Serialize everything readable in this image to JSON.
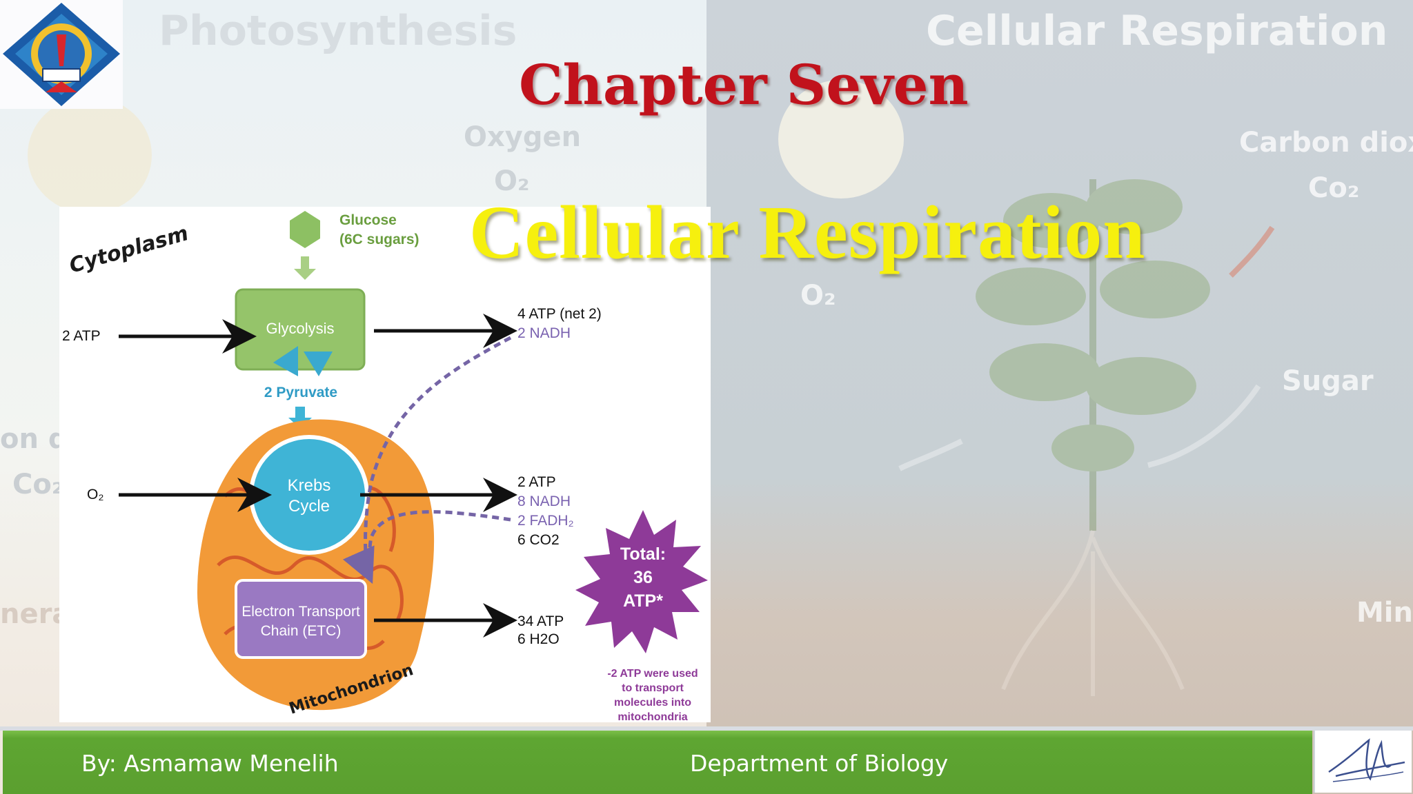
{
  "slide": {
    "chapter_title": "Chapter Seven",
    "main_title": "Cellular Respiration",
    "footer_author": "By: Asmamaw Menelih",
    "footer_department": "Department of Biology"
  },
  "background": {
    "left_heading": "Photosynthesis",
    "right_heading": "Cellular Respiration",
    "oxygen": "Oxygen",
    "o2": "O₂",
    "carbon_dioxide": "Carbon dioxide",
    "co2": "Co₂",
    "sugar": "Sugar",
    "minerals_right": "Mine",
    "carbon_left": "on dic",
    "co2_left": "Co₂",
    "minerals_left": "nerals"
  },
  "diagram": {
    "cytoplasm": "Cytoplasm",
    "glucose_line1": "Glucose",
    "glucose_line2": "(6C sugars)",
    "glycolysis": "Glycolysis",
    "input_atp": "2 ATP",
    "glycolysis_out_1": "4 ATP (net 2)",
    "glycolysis_out_2": "2 NADH",
    "pyruvate": "2 Pyruvate",
    "krebs_line1": "Krebs",
    "krebs_line2": "Cycle",
    "input_o2": "O₂",
    "krebs_out_1": "2 ATP",
    "krebs_out_2": "8 NADH",
    "krebs_out_3": "2 FADH₂",
    "krebs_out_4": "6 CO2",
    "etc_line1": "Electron Transport",
    "etc_line2": "Chain (ETC)",
    "etc_out_1": "34 ATP",
    "etc_out_2": "6 H2O",
    "mitochondrion": "Mitochondrion",
    "total_line1": "Total:",
    "total_line2": "36",
    "total_line3": "ATP*",
    "footnote_line1": "-2 ATP were used",
    "footnote_line2": "to transport",
    "footnote_line3": "molecules into",
    "footnote_line4": "mitochondria"
  },
  "colors": {
    "chapter_title": "#c1121c",
    "main_title": "#f6f00e",
    "footer_bar": "#5ea632",
    "glycolysis_box": "#95c46a",
    "krebs_circle": "#3fb4d6",
    "etc_box": "#9a79c2",
    "mitochondrion": "#f29a38",
    "total_star": "#8e3a98",
    "nadh_text": "#7a62b0",
    "pyruvate_text": "#2f9bc5"
  }
}
